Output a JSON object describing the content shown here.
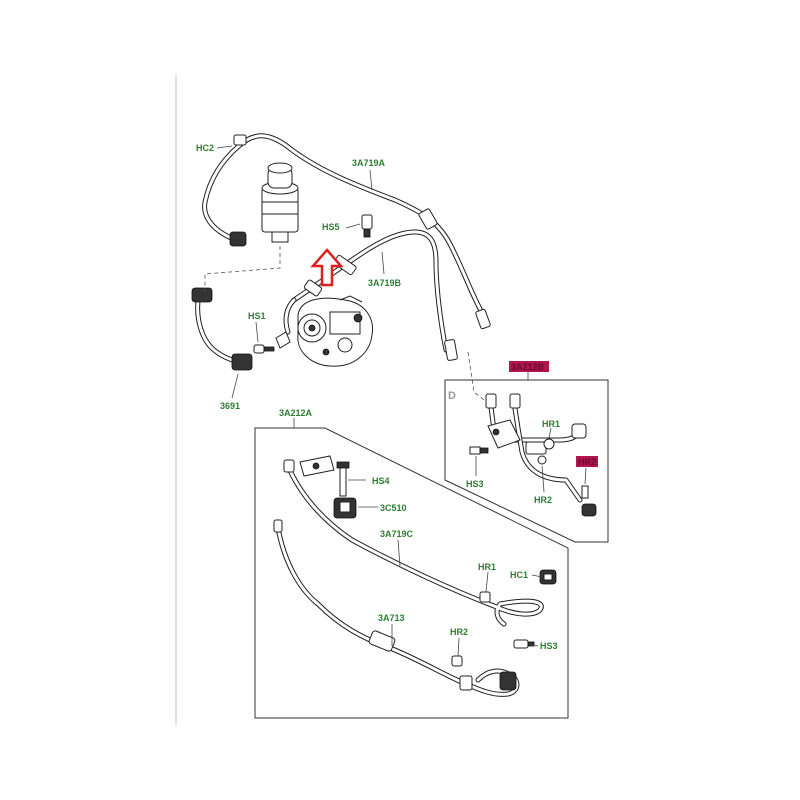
{
  "labels": {
    "hc2": "HC2",
    "a719a": "3A719A",
    "hs5": "HS5",
    "a719b": "3A719B",
    "hs1": "HS1",
    "p3691": "3691",
    "a212b": "3A212B",
    "d": "D",
    "hr1_top": "HR1",
    "hr2_highlight": "HR2",
    "hr2_top": "HR2",
    "hs3_top": "HS3",
    "a212a": "3A212A",
    "hs4": "HS4",
    "c510": "3C510",
    "a719c": "3A719C",
    "hr1_bottom": "HR1",
    "hc1": "HC1",
    "a713": "3A713",
    "hr2_bottom": "HR2",
    "hs3_bottom": "HS3"
  },
  "colors": {
    "label_green": "#2e7d32",
    "highlight": "#b0154e",
    "arrow_red": "#e02020"
  },
  "icons": {
    "arrow": "up-arrow-icon"
  }
}
